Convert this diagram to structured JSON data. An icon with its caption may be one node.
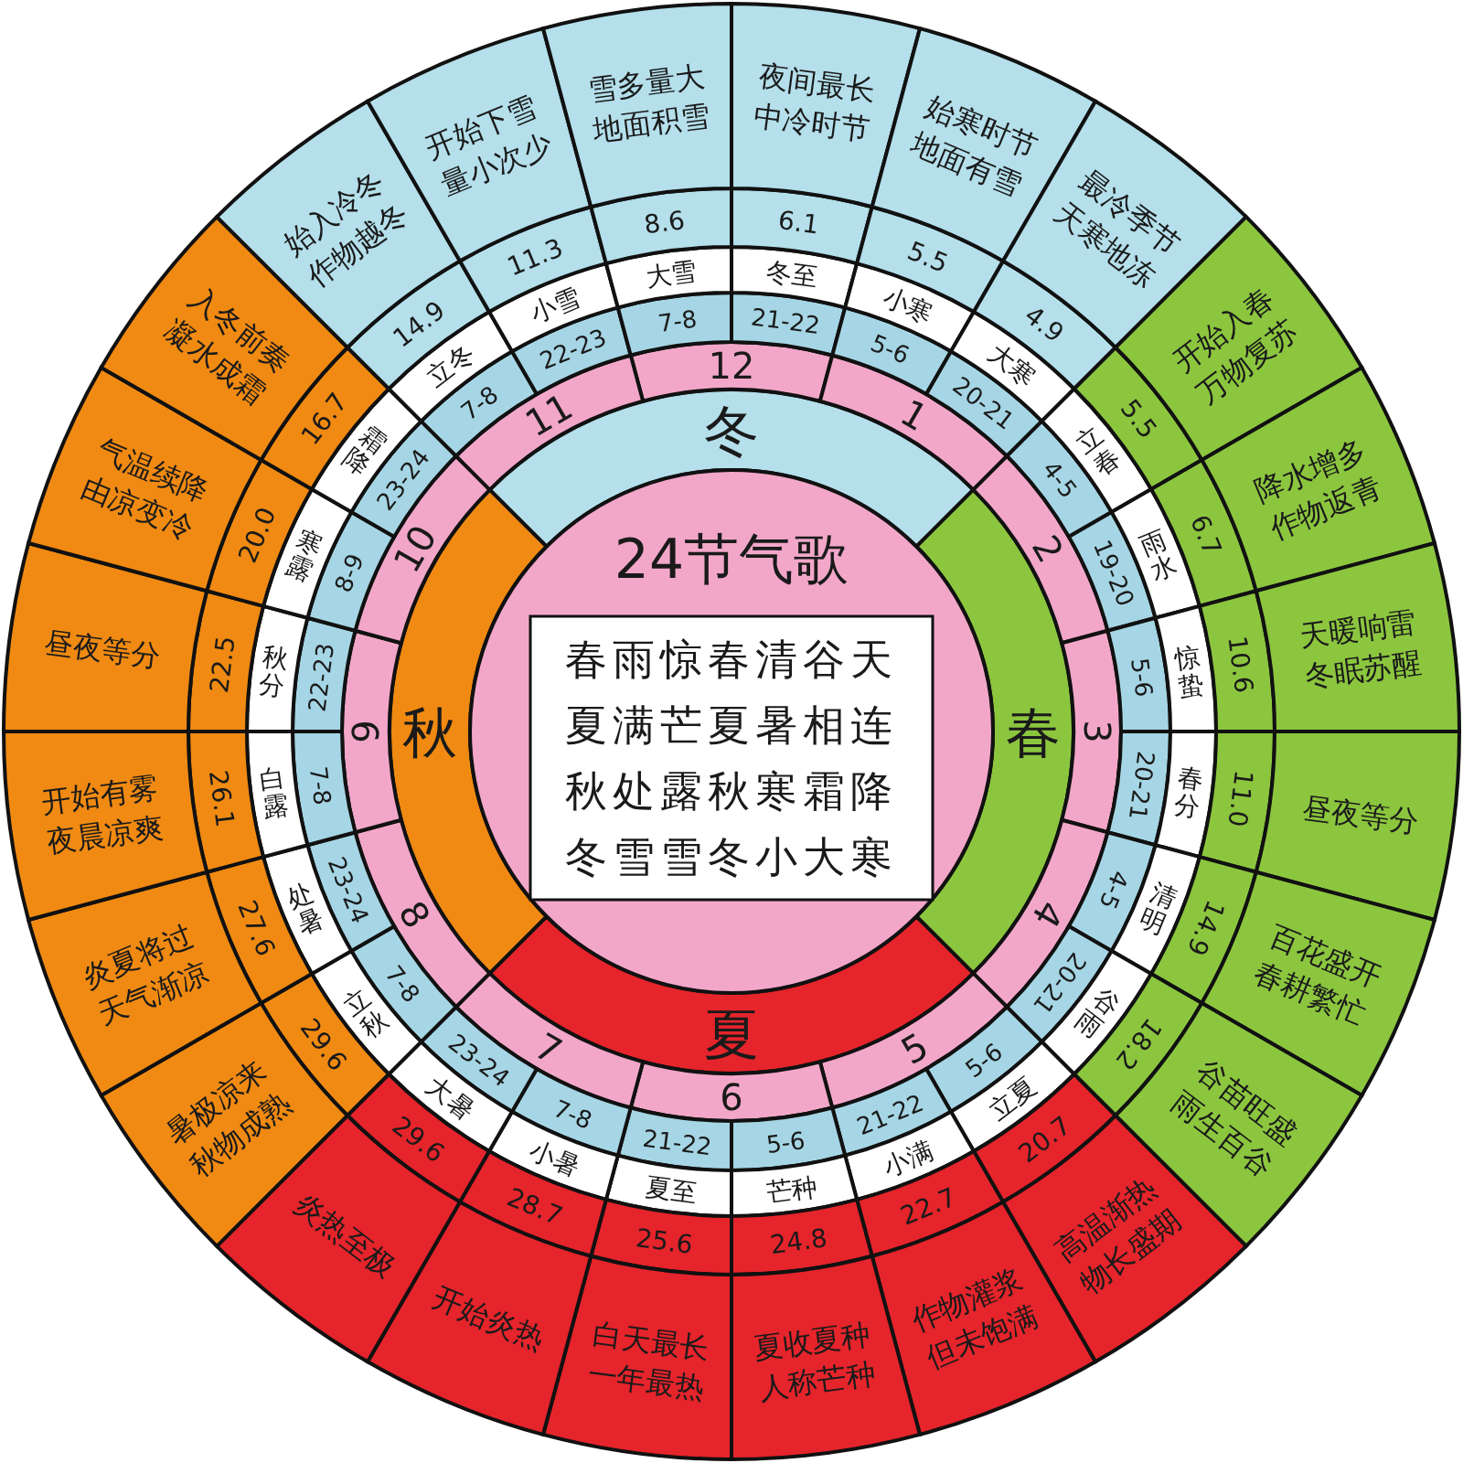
{
  "diagram": {
    "nodes": [
      {
        "text": [
          "24节气歌"
        ]
      },
      {
        "text": [
          "春雨惊春清谷天夏满芒夏暑相连秋处露秋寒霜降冬雪雪冬小大寒"
        ],
        "in": 0
      },
      {
        "text": [
          "冬"
        ]
      },
      {
        "text": [
          "春"
        ]
      },
      {
        "text": [
          "夏"
        ]
      },
      {
        "text": [
          "秋"
        ]
      },
      {
        "text": [
          "12"
        ]
      },
      {
        "text": [
          "1"
        ]
      },
      {
        "text": [
          "2"
        ]
      },
      {
        "text": [
          "3"
        ]
      },
      {
        "text": [
          "4"
        ]
      },
      {
        "text": [
          "5"
        ]
      },
      {
        "text": [
          "6"
        ]
      },
      {
        "text": [
          "7"
        ]
      },
      {
        "text": [
          "8"
        ]
      },
      {
        "text": [
          "9"
        ]
      },
      {
        "text": [
          "10"
        ]
      },
      {
        "text": [
          "11"
        ]
      },
      {
        "text": [
          "21-22"
        ]
      },
      {
        "text": [
          "5-6"
        ]
      },
      {
        "text": [
          "20-21"
        ]
      },
      {
        "text": [
          "4-5"
        ]
      },
      {
        "text": [
          "19-20"
        ]
      },
      {
        "text": [
          "5-6"
        ]
      },
      {
        "text": [
          "20-21"
        ]
      },
      {
        "text": [
          "4-5"
        ]
      },
      {
        "text": [
          "20-21"
        ]
      },
      {
        "text": [
          "5-6"
        ]
      },
      {
        "text": [
          "21-22"
        ]
      },
      {
        "text": [
          "5-6"
        ]
      },
      {
        "text": [
          "21-22"
        ]
      },
      {
        "text": [
          "7-8"
        ]
      },
      {
        "text": [
          "23-24"
        ]
      },
      {
        "text": [
          "7-8"
        ]
      },
      {
        "text": [
          "23-24"
        ]
      },
      {
        "text": [
          "7-8"
        ]
      },
      {
        "text": [
          "22-23"
        ]
      },
      {
        "text": [
          "8-9"
        ]
      },
      {
        "text": [
          "23-24"
        ]
      },
      {
        "text": [
          "7-8"
        ]
      },
      {
        "text": [
          "22-23"
        ]
      },
      {
        "text": [
          "7-8"
        ]
      },
      {
        "text": [
          "冬至"
        ]
      },
      {
        "text": [
          "小寒"
        ]
      },
      {
        "text": [
          "大寒"
        ]
      },
      {
        "text": [
          "立春"
        ]
      },
      {
        "text": [
          "雨水"
        ]
      },
      {
        "text": [
          "惊蛰"
        ]
      },
      {
        "text": [
          "春分"
        ]
      },
      {
        "text": [
          "清明"
        ]
      },
      {
        "text": [
          "谷雨"
        ]
      },
      {
        "text": [
          "立夏"
        ]
      },
      {
        "text": [
          "小满"
        ]
      },
      {
        "text": [
          "芒种"
        ]
      },
      {
        "text": [
          "夏至"
        ]
      },
      {
        "text": [
          "小暑"
        ]
      },
      {
        "text": [
          "大暑"
        ]
      },
      {
        "text": [
          "立秋"
        ]
      },
      {
        "text": [
          "处暑"
        ]
      },
      {
        "text": [
          "白露"
        ]
      },
      {
        "text": [
          "秋分"
        ]
      },
      {
        "text": [
          "寒露"
        ]
      },
      {
        "text": [
          "霜降"
        ]
      },
      {
        "text": [
          "立冬"
        ]
      },
      {
        "text": [
          "小雪"
        ]
      },
      {
        "text": [
          "大雪"
        ]
      },
      {
        "text": [
          "6.1"
        ]
      },
      {
        "text": [
          "5.5"
        ]
      },
      {
        "text": [
          "4.9"
        ]
      },
      {
        "text": [
          "5.5"
        ]
      },
      {
        "text": [
          "6.7"
        ]
      },
      {
        "text": [
          "10.6"
        ]
      },
      {
        "text": [
          "11.0"
        ]
      },
      {
        "text": [
          "14.9"
        ]
      },
      {
        "text": [
          "18.2"
        ]
      },
      {
        "text": [
          "20.7"
        ]
      },
      {
        "text": [
          "22.7"
        ]
      },
      {
        "text": [
          "24.8"
        ]
      },
      {
        "text": [
          "25.6"
        ]
      },
      {
        "text": [
          "28.7"
        ]
      },
      {
        "text": [
          "29.6"
        ]
      },
      {
        "text": [
          "29.6"
        ]
      },
      {
        "text": [
          "27.6"
        ]
      },
      {
        "text": [
          "26.1"
        ]
      },
      {
        "text": [
          "22.5"
        ]
      },
      {
        "text": [
          "20.0"
        ]
      },
      {
        "text": [
          "16.7"
        ]
      },
      {
        "text": [
          "14.9"
        ]
      },
      {
        "text": [
          "11.3"
        ]
      },
      {
        "text": [
          "8.6"
        ]
      },
      {
        "text": [
          "夜间最长中冷时节"
        ]
      },
      {
        "text": [
          "始寒时节地面有雪"
        ]
      },
      {
        "text": [
          "最冷季节天寒地冻"
        ]
      },
      {
        "text": [
          "开始入春万物复苏"
        ]
      },
      {
        "text": [
          "降水增多作物返青"
        ]
      },
      {
        "text": [
          "天暖响雷冬眠苏醒"
        ]
      },
      {
        "text": [
          "昼夜等分"
        ]
      },
      {
        "text": [
          "百花盛开春耕繁忙"
        ]
      },
      {
        "text": [
          "谷苗旺盛雨生百谷"
        ]
      },
      {
        "text": [
          "高温渐热物长盛期"
        ]
      },
      {
        "text": [
          "作物灌浆但未饱满"
        ]
      },
      {
        "text": [
          "夏收夏种人称芒种"
        ]
      },
      {
        "text": [
          "白天最长一年最热"
        ]
      },
      {
        "text": [
          "开始炎热"
        ]
      },
      {
        "text": [
          "炎热至极"
        ]
      },
      {
        "text": [
          "暑极凉来秋物成熟"
        ]
      },
      {
        "text": [
          "炎夏将过天气渐凉"
        ]
      },
      {
        "text": [
          "开始有雾夜晨凉爽"
        ]
      },
      {
        "text": [
          "昼夜等分"
        ]
      },
      {
        "text": [
          "气温续降由凉变冷"
        ]
      },
      {
        "text": [
          "入冬前奏凝水成霜"
        ]
      },
      {
        "text": [
          "始入冷冬作物越冬"
        ]
      },
      {
        "text": [
          "开始下雪量小次少"
        ]
      },
      {
        "text": [
          "雪多量大地面积雪"
        ]
      }
    ]
  }
}
